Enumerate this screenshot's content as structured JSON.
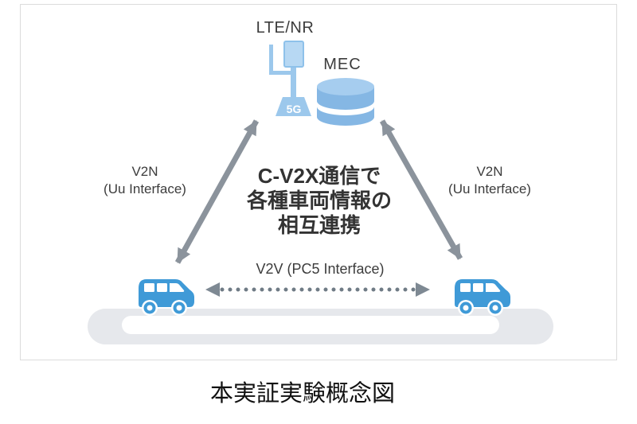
{
  "diagram": {
    "network_label": "LTE/NR",
    "station_badge": "5G",
    "mec_label": "MEC",
    "v2n_left": {
      "title": "V2N",
      "subtitle": "(Uu Interface)"
    },
    "v2n_right": {
      "title": "V2N",
      "subtitle": "(Uu Interface)"
    },
    "center_message": {
      "line1": "C-V2X通信で",
      "line2": "各種車両情報の",
      "line3": "相互連携"
    },
    "v2v_label": "V2V (PC5 Interface)",
    "colors": {
      "car_blue": "#3f9ad7",
      "station_blue": "#9cc8ec",
      "panel_blue": "#b7d8f3",
      "panel_stroke": "#8ec1ea",
      "cylinder_blue": "#85b7e4",
      "cylinder_top_blue": "#a6cdef",
      "arrow_gray": "#8b939c",
      "dotted_gray": "#6f7b85",
      "dotted_head": "#7e8993",
      "road_gray": "#e6e8ec",
      "text_dark": "#3c3c3c"
    }
  },
  "caption": "本実証実験概念図"
}
